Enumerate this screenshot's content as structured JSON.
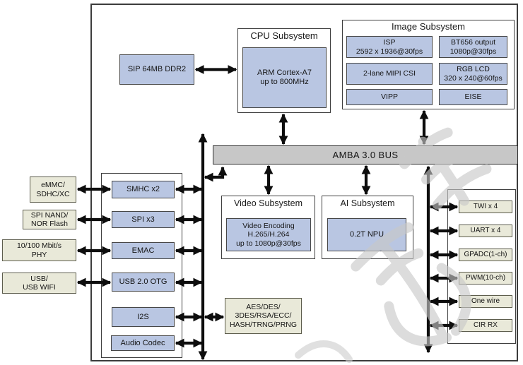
{
  "chip": {
    "bus_label": "AMBA 3.0 BUS",
    "memory": {
      "sip": "SIP 64MB DDR2"
    },
    "cpu": {
      "title": "CPU Subsystem",
      "core": "ARM Cortex-A7\nup to 800MHz"
    },
    "image": {
      "title": "Image Subsystem",
      "cells": [
        "ISP\n2592 x 1936@30fps",
        "BT656 output\n1080p@30fps",
        "2-lane MIPI CSI",
        "RGB LCD\n320 x 240@60fps",
        "VIPP",
        "EISE"
      ]
    },
    "video": {
      "title": "Video Subsystem",
      "encoder": "Video Encoding\nH.265/H.264\nup to 1080p@30fps"
    },
    "ai": {
      "title": "AI Subsystem",
      "npu": "0.2T NPU"
    },
    "left_io": [
      "SMHC x2",
      "SPI x3",
      "EMAC",
      "USB 2.0 OTG",
      "I2S",
      "Audio Codec"
    ],
    "crypto": "AES/DES/\n3DES/RSA/ECC/\nHASH/TRNG/PRNG",
    "right_io": [
      "TWI x 4",
      "UART x 4",
      "GPADC(1-ch)",
      "PWM(10-ch)",
      "One wire",
      "CIR RX"
    ]
  },
  "external_left": [
    "eMMC/\nSDHC/XC",
    "SPI NAND/\nNOR Flash",
    "10/100 Mbit/s\nPHY",
    "USB/\nUSB WIFI"
  ],
  "watermark_text": "索",
  "colors": {
    "block_blue": "#b9c6e2",
    "block_beige": "#e9e9d9",
    "bus_gray": "#c7c7c7",
    "border_dark": "#3f3f3f",
    "arrow_black": "#0d0d0d",
    "watermark_gray": "#c8c8c8"
  }
}
